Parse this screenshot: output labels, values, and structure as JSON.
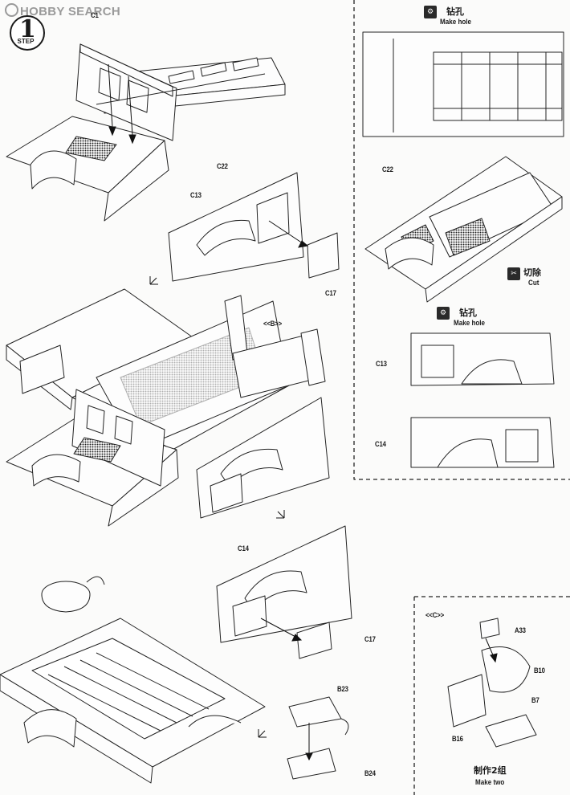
{
  "watermark": {
    "text": "HOBBY SEARCH"
  },
  "step": {
    "number": "1",
    "word": "STEP"
  },
  "parts": {
    "c1": "C1",
    "c22_main": "C22",
    "c13_main": "C13",
    "c17_top": "C17",
    "b_bracket": "<<B>>",
    "c14_main": "C14",
    "c17_bottom": "C17",
    "b23": "B23",
    "b24": "B24",
    "c_bracket": "<<C>>",
    "a33": "A33",
    "b10": "B10",
    "b7": "B7",
    "b16": "B16",
    "c22_inset": "C22",
    "c13_inset": "C13",
    "c14_inset": "C14"
  },
  "notes": {
    "make_hole_top_cn": "钻孔",
    "make_hole_top_en": "Make hole",
    "cut_cn": "切除",
    "cut_en": "Cut",
    "make_hole_mid_cn": "钻孔",
    "make_hole_mid_en": "Make hole",
    "make_two_cn": "制作2组",
    "make_two_en": "Make two"
  },
  "icons": {
    "drill": "drill-icon",
    "knife": "knife-icon",
    "arrow": "assembly-arrow-icon"
  }
}
